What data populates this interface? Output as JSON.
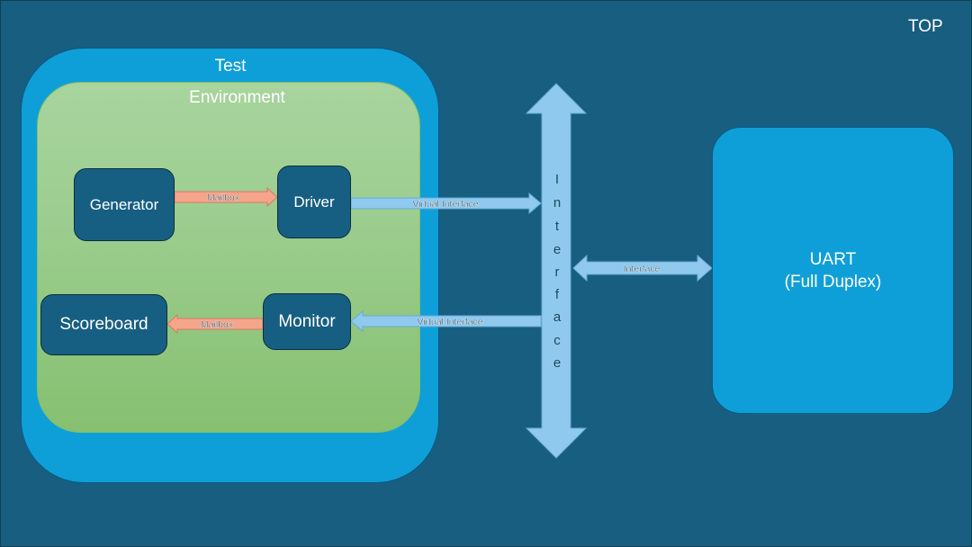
{
  "labels": {
    "top": "TOP",
    "test": "Test",
    "environment": "Environment"
  },
  "nodes": {
    "generator": "Generator",
    "driver": "Driver",
    "scoreboard": "Scoreboard",
    "monitor": "Monitor"
  },
  "uart": {
    "line1": "UART",
    "line2": "(Full Duplex)"
  },
  "edges": {
    "gen_to_driver": "Mailbox",
    "monitor_to_scoreboard": "Mailbox",
    "driver_to_interface": "Virtual Interface",
    "interface_to_monitor": "Virtual Interface",
    "interface_uart": "Interface"
  },
  "interface_bus": {
    "letters": [
      "I",
      "n",
      "t",
      "e",
      "r",
      "f",
      "a",
      "c",
      "e"
    ]
  },
  "colors": {
    "background": "#175e80",
    "test_box": "#0f9fd8",
    "environment": "#9ccd8f",
    "node": "#175f82",
    "mailbox_arrow": "#f4a58c",
    "interface_arrow": "#8fc9ee"
  }
}
